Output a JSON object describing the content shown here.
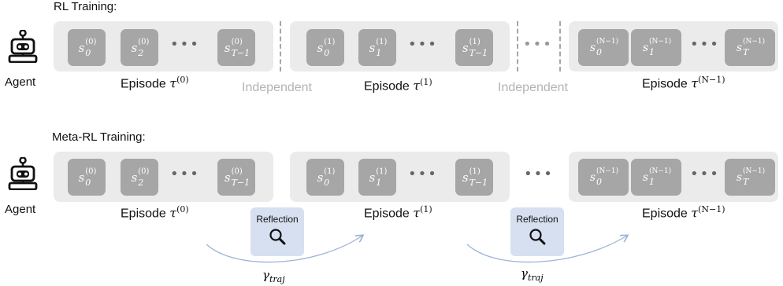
{
  "rl": {
    "title": "RL Training:",
    "agent_label": "Agent",
    "episodes": [
      {
        "label": "Episode",
        "tau": "τ",
        "sup": "(0)",
        "states": [
          {
            "s": "s",
            "up": "(0)",
            "dn": "0"
          },
          {
            "s": "s",
            "up": "(0)",
            "dn": "2"
          },
          {
            "s": "s",
            "up": "(0)",
            "dn": "T−1"
          }
        ]
      },
      {
        "label": "Episode",
        "tau": "τ",
        "sup": "(1)",
        "states": [
          {
            "s": "s",
            "up": "(1)",
            "dn": "0"
          },
          {
            "s": "s",
            "up": "(1)",
            "dn": "1"
          },
          {
            "s": "s",
            "up": "(1)",
            "dn": "T−1"
          }
        ]
      },
      {
        "label": "Episode",
        "tau": "τ",
        "sup": "(N−1)",
        "states": [
          {
            "s": "s",
            "up": "(N−1)",
            "dn": "0"
          },
          {
            "s": "s",
            "up": "(N−1)",
            "dn": "1"
          },
          {
            "s": "s",
            "up": "(N−1)",
            "dn": "T"
          }
        ]
      }
    ],
    "between_label": "Independent",
    "ellipsis": "•••"
  },
  "meta": {
    "title": "Meta-RL Training:",
    "agent_label": "Agent",
    "episodes": [
      {
        "label": "Episode",
        "tau": "τ",
        "sup": "(0)",
        "states": [
          {
            "s": "s",
            "up": "(0)",
            "dn": "0"
          },
          {
            "s": "s",
            "up": "(0)",
            "dn": "2"
          },
          {
            "s": "s",
            "up": "(0)",
            "dn": "T−1"
          }
        ]
      },
      {
        "label": "Episode",
        "tau": "τ",
        "sup": "(1)",
        "states": [
          {
            "s": "s",
            "up": "(1)",
            "dn": "0"
          },
          {
            "s": "s",
            "up": "(1)",
            "dn": "1"
          },
          {
            "s": "s",
            "up": "(1)",
            "dn": "T−1"
          }
        ]
      },
      {
        "label": "Episode",
        "tau": "τ",
        "sup": "(N−1)",
        "states": [
          {
            "s": "s",
            "up": "(N−1)",
            "dn": "0"
          },
          {
            "s": "s",
            "up": "(N−1)",
            "dn": "1"
          },
          {
            "s": "s",
            "up": "(N−1)",
            "dn": "T"
          }
        ]
      }
    ],
    "reflection_label": "Reflection",
    "gamma": "γ",
    "gamma_sub": "traj",
    "ellipsis": "•••"
  },
  "colors": {
    "episode_bg": "#ebebeb",
    "state_bg": "#a6a6a6",
    "reflection_bg": "#d6e0f0",
    "arrow": "#9db3d6",
    "independent_text": "#b3b3b3"
  }
}
